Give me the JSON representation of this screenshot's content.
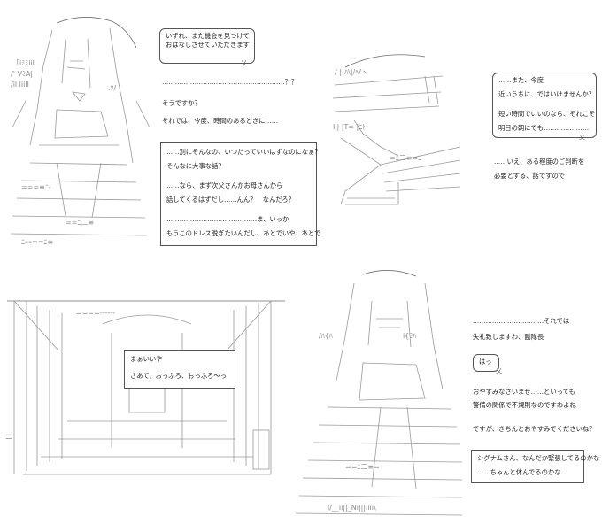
{
  "panel1": {
    "bubble_top": [
      "いずれ、また機会を見つけて",
      "おはなしさせていただきます"
    ],
    "bubble_top_tail": "乂",
    "narration": [
      "…………………………………………………？？",
      "そうですか？",
      "それでは、今度、時間のあるときに……"
    ],
    "bubble_box": [
      "……別にそんなの、いつだっていいはずなのになぁ？",
      "そんなに大事な話？",
      "……なら、まず次父さんかお母さんから",
      "話してくるはずだし……んん？　なんだろ？",
      "……………………………………ま、いっか",
      "もうこのドレス脱ぎたいんだし、あとでいや、あとで"
    ]
  },
  "panel2": {
    "bubble": [
      "……また、今度",
      "近いうちに、ではいけませんか？",
      "短い時間でいいのなら、それこそ",
      "明日の朝にでも…………………"
    ],
    "bubble_tail": "乂",
    "narration": [
      "……いえ、ある程度のご判断を",
      "必要とする、話ですので"
    ]
  },
  "panel3": {
    "bubble": [
      "まぁいいや",
      "さあて、おっふろ、おっふろ～っ"
    ]
  },
  "panel4": {
    "line1": "……………………………それでは",
    "line2": "失礼致しますわ、副隊長",
    "small_bubble": "はっ",
    "small_tail": "乂",
    "narration": [
      "おやすみなさいませ……といっても",
      "警備の関係で不規則なのですわよね",
      "ですが、きちんとおやすみでくださいね？"
    ],
    "bubble": [
      "シグナムさん、なんだか緊張してるのかな",
      "……ちゃんと休んでるのかな"
    ]
  }
}
